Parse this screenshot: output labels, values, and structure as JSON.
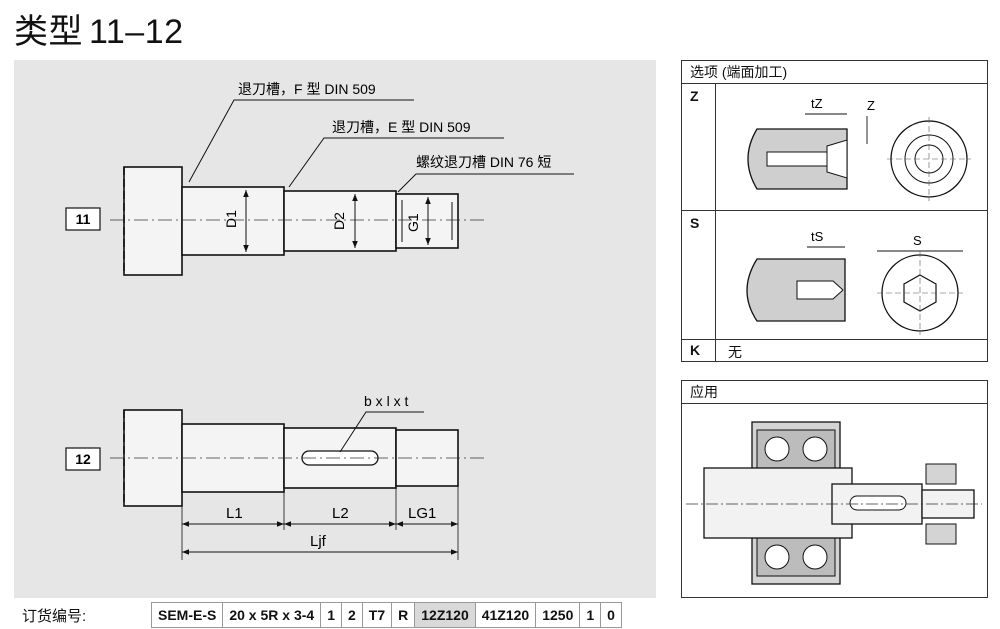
{
  "header": {
    "title_prefix": "类型",
    "title_range": "11–12"
  },
  "drawing": {
    "type_11_tag": "11",
    "type_12_tag": "12",
    "callout_f": "退刀槽，F 型 DIN 509",
    "callout_e": "退刀槽，E 型 DIN 509",
    "callout_thread": "螺纹退刀槽 DIN 76 短",
    "d1": "D1",
    "d2": "D2",
    "g1": "G1",
    "keyway": "b x l x t",
    "l1": "L1",
    "l2": "L2",
    "lg1": "LG1",
    "ljf": "Ljf"
  },
  "options_panel": {
    "title": "选项 (端面加工)",
    "rows": [
      {
        "code": "Z",
        "dim_t": "tZ",
        "dim": "Z"
      },
      {
        "code": "S",
        "dim_t": "tS",
        "dim": "S"
      },
      {
        "code": "K",
        "text": "无"
      }
    ]
  },
  "application_panel": {
    "title": "应用"
  },
  "order": {
    "label": "订货编号:",
    "cells": [
      {
        "text": "SEM-E-S",
        "shaded": false
      },
      {
        "text": "20 x 5R x 3-4",
        "shaded": false
      },
      {
        "text": "1",
        "shaded": false
      },
      {
        "text": "2",
        "shaded": false
      },
      {
        "text": "T7",
        "shaded": false
      },
      {
        "text": "R",
        "shaded": false
      },
      {
        "text": "12Z120",
        "shaded": true
      },
      {
        "text": "41Z120",
        "shaded": false
      },
      {
        "text": "1250",
        "shaded": false
      },
      {
        "text": "1",
        "shaded": false
      },
      {
        "text": "0",
        "shaded": false
      }
    ]
  }
}
